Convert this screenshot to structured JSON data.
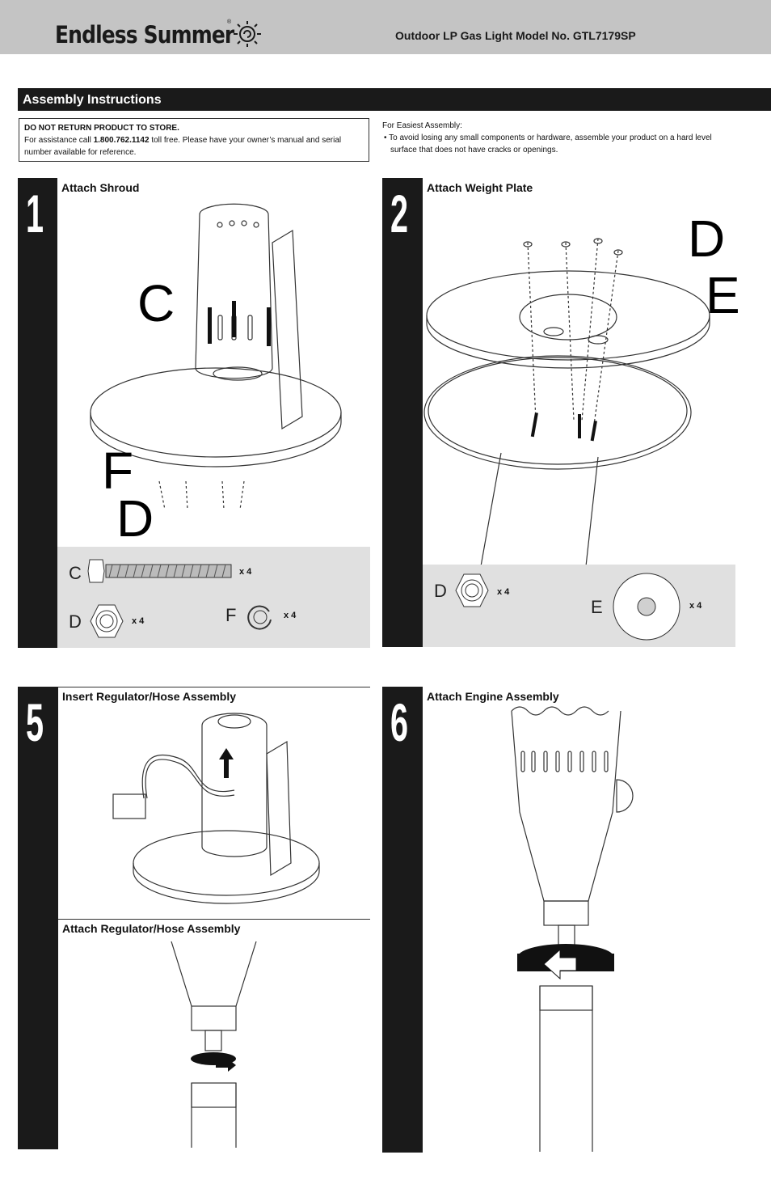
{
  "header": {
    "brand": "Endless Summer",
    "reg_mark": "®",
    "model": "Outdoor LP Gas Light Model No. GTL7179SP"
  },
  "section": {
    "title": "Assembly Instructions"
  },
  "warning": {
    "title": "DO NOT RETURN PRODUCT TO STORE.",
    "line1_pre": "For assistance call ",
    "phone": "1.800.762.1142",
    "line1_post": " toll free. Please have your owner’s manual and serial number available for reference."
  },
  "easiest": {
    "title": "For Easiest Assembly:",
    "bullet": "• To avoid losing any small components or hardware, assemble your product on a hard level surface that does not have cracks or openings."
  },
  "steps": [
    {
      "number": "1",
      "title": "Attach Shroud",
      "callouts": [
        "C",
        "F",
        "D"
      ],
      "parts": [
        {
          "letter": "C",
          "qty": "x 4"
        },
        {
          "letter": "D",
          "qty": "x 4"
        },
        {
          "letter": "F",
          "qty": "x 4"
        }
      ]
    },
    {
      "number": "2",
      "title": "Attach Weight Plate",
      "callouts": [
        "D",
        "E"
      ],
      "parts": [
        {
          "letter": "D",
          "qty": "x 4"
        },
        {
          "letter": "E",
          "qty": "x 4"
        }
      ]
    },
    {
      "number": "5",
      "title": "Insert Regulator/Hose Assembly",
      "title2": "Attach Regulator/Hose Assembly"
    },
    {
      "number": "6",
      "title": "Attach Engine Assembly"
    }
  ]
}
